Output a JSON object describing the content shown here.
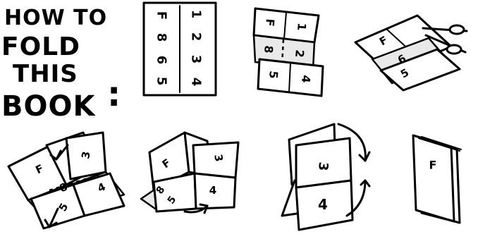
{
  "title": {
    "lines": [
      "HOW TO",
      "FOLD",
      "THIS",
      "BOOK"
    ],
    "colon": ":"
  },
  "steps": [
    {
      "labels": [
        "F",
        "1",
        "8",
        "2",
        "6",
        "3",
        "5",
        "4"
      ]
    },
    {
      "labels": [
        "F",
        "1",
        "8",
        "2",
        "5",
        "4"
      ]
    },
    {
      "labels": [
        "F",
        "6",
        "5"
      ]
    },
    {
      "labels": [
        "F",
        "3",
        "8",
        "4",
        "5"
      ]
    },
    {
      "labels": [
        "F",
        "3",
        "4",
        "8",
        "5"
      ]
    },
    {
      "labels": [
        "3",
        "4"
      ]
    },
    {
      "labels": [
        "F"
      ]
    }
  ]
}
